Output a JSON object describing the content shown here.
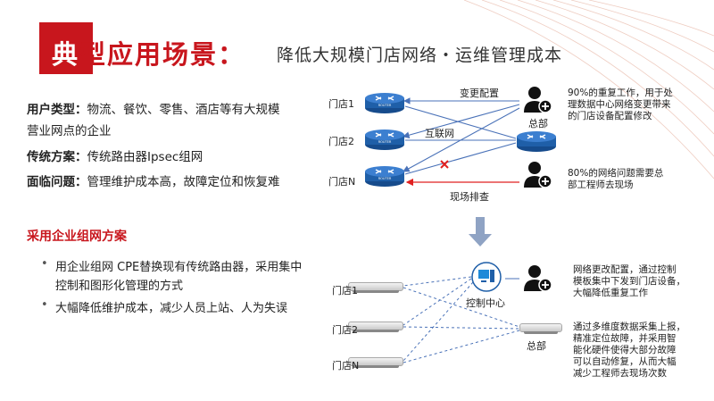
{
  "title": {
    "main_first": "典",
    "main_rest": "型应用场景：",
    "subtitle": "降低大规模门店网络・运维管理成本"
  },
  "left": {
    "user_type_label": "用户类型：",
    "user_type_value": "物流、餐饮、零售、酒店等有大规模",
    "user_type_value_cont": "营业网点的企业",
    "traditional_label": "传统方案：",
    "traditional_value": "传统路由器Ipsec组网",
    "problem_label": "面临问题：",
    "problem_value": "管理维护成本高，故障定位和恢复难",
    "solution_title": "采用企业组网方案",
    "bullets": [
      "用企业组网 CPE替换现有传统路由器，采用集中",
      "控制和图形化管理的方式",
      "大幅降低维护成本，减少人员上站、人为失误"
    ]
  },
  "top_diagram": {
    "stores": [
      "门店1",
      "门店2",
      "门店N"
    ],
    "router_text": "ROUTER",
    "config_change": "变更配置",
    "internet": "互联网",
    "hq": "总部",
    "onsite": "现场排查",
    "note1": [
      "90%的重复工作，用于处",
      "理数据中心网络变更带来",
      "的门店设备配置修改"
    ],
    "note2": [
      "80%的网络问题需要总",
      "部工程师去现场"
    ]
  },
  "bottom_diagram": {
    "stores": [
      "门店1",
      "门店2",
      "门店N"
    ],
    "control_center": "控制中心",
    "hq": "总部",
    "note1": [
      "网络更改配置，通过控制",
      "模板集中下发到门店设备，",
      "大幅降低重复工作"
    ],
    "note2": [
      "通过多维度数据采集上报，",
      "精准定位故障，并采用智",
      "能化硬件使得大部分故障",
      "可以自动修复，从而大幅",
      "减少工程师去现场次数"
    ]
  },
  "colors": {
    "accent": "#c8161d",
    "router_blue": "#1f5fa8",
    "line_blue": "#4a72b8",
    "red_line": "#e02020"
  }
}
